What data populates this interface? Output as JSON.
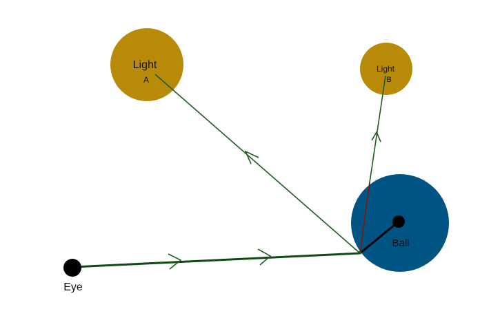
{
  "labels": {
    "light_a_line1": "Light",
    "light_a_line2": "A",
    "light_b_line1": "Light",
    "light_b_line2": "B",
    "ball": "Ball",
    "eye": "Eye"
  },
  "colors": {
    "light": "#b78b08",
    "ball": "#005484",
    "ray": "#1e5c1e",
    "ray_dark": "#0f4a12",
    "red_ray": "#7a1a12",
    "eye": "#000000",
    "normal": "#000000"
  },
  "icons": {
    "eye": "eye-dot-icon",
    "ball_center": "ball-center-dot-icon",
    "arrowhead": "chevron-arrow-icon"
  }
}
